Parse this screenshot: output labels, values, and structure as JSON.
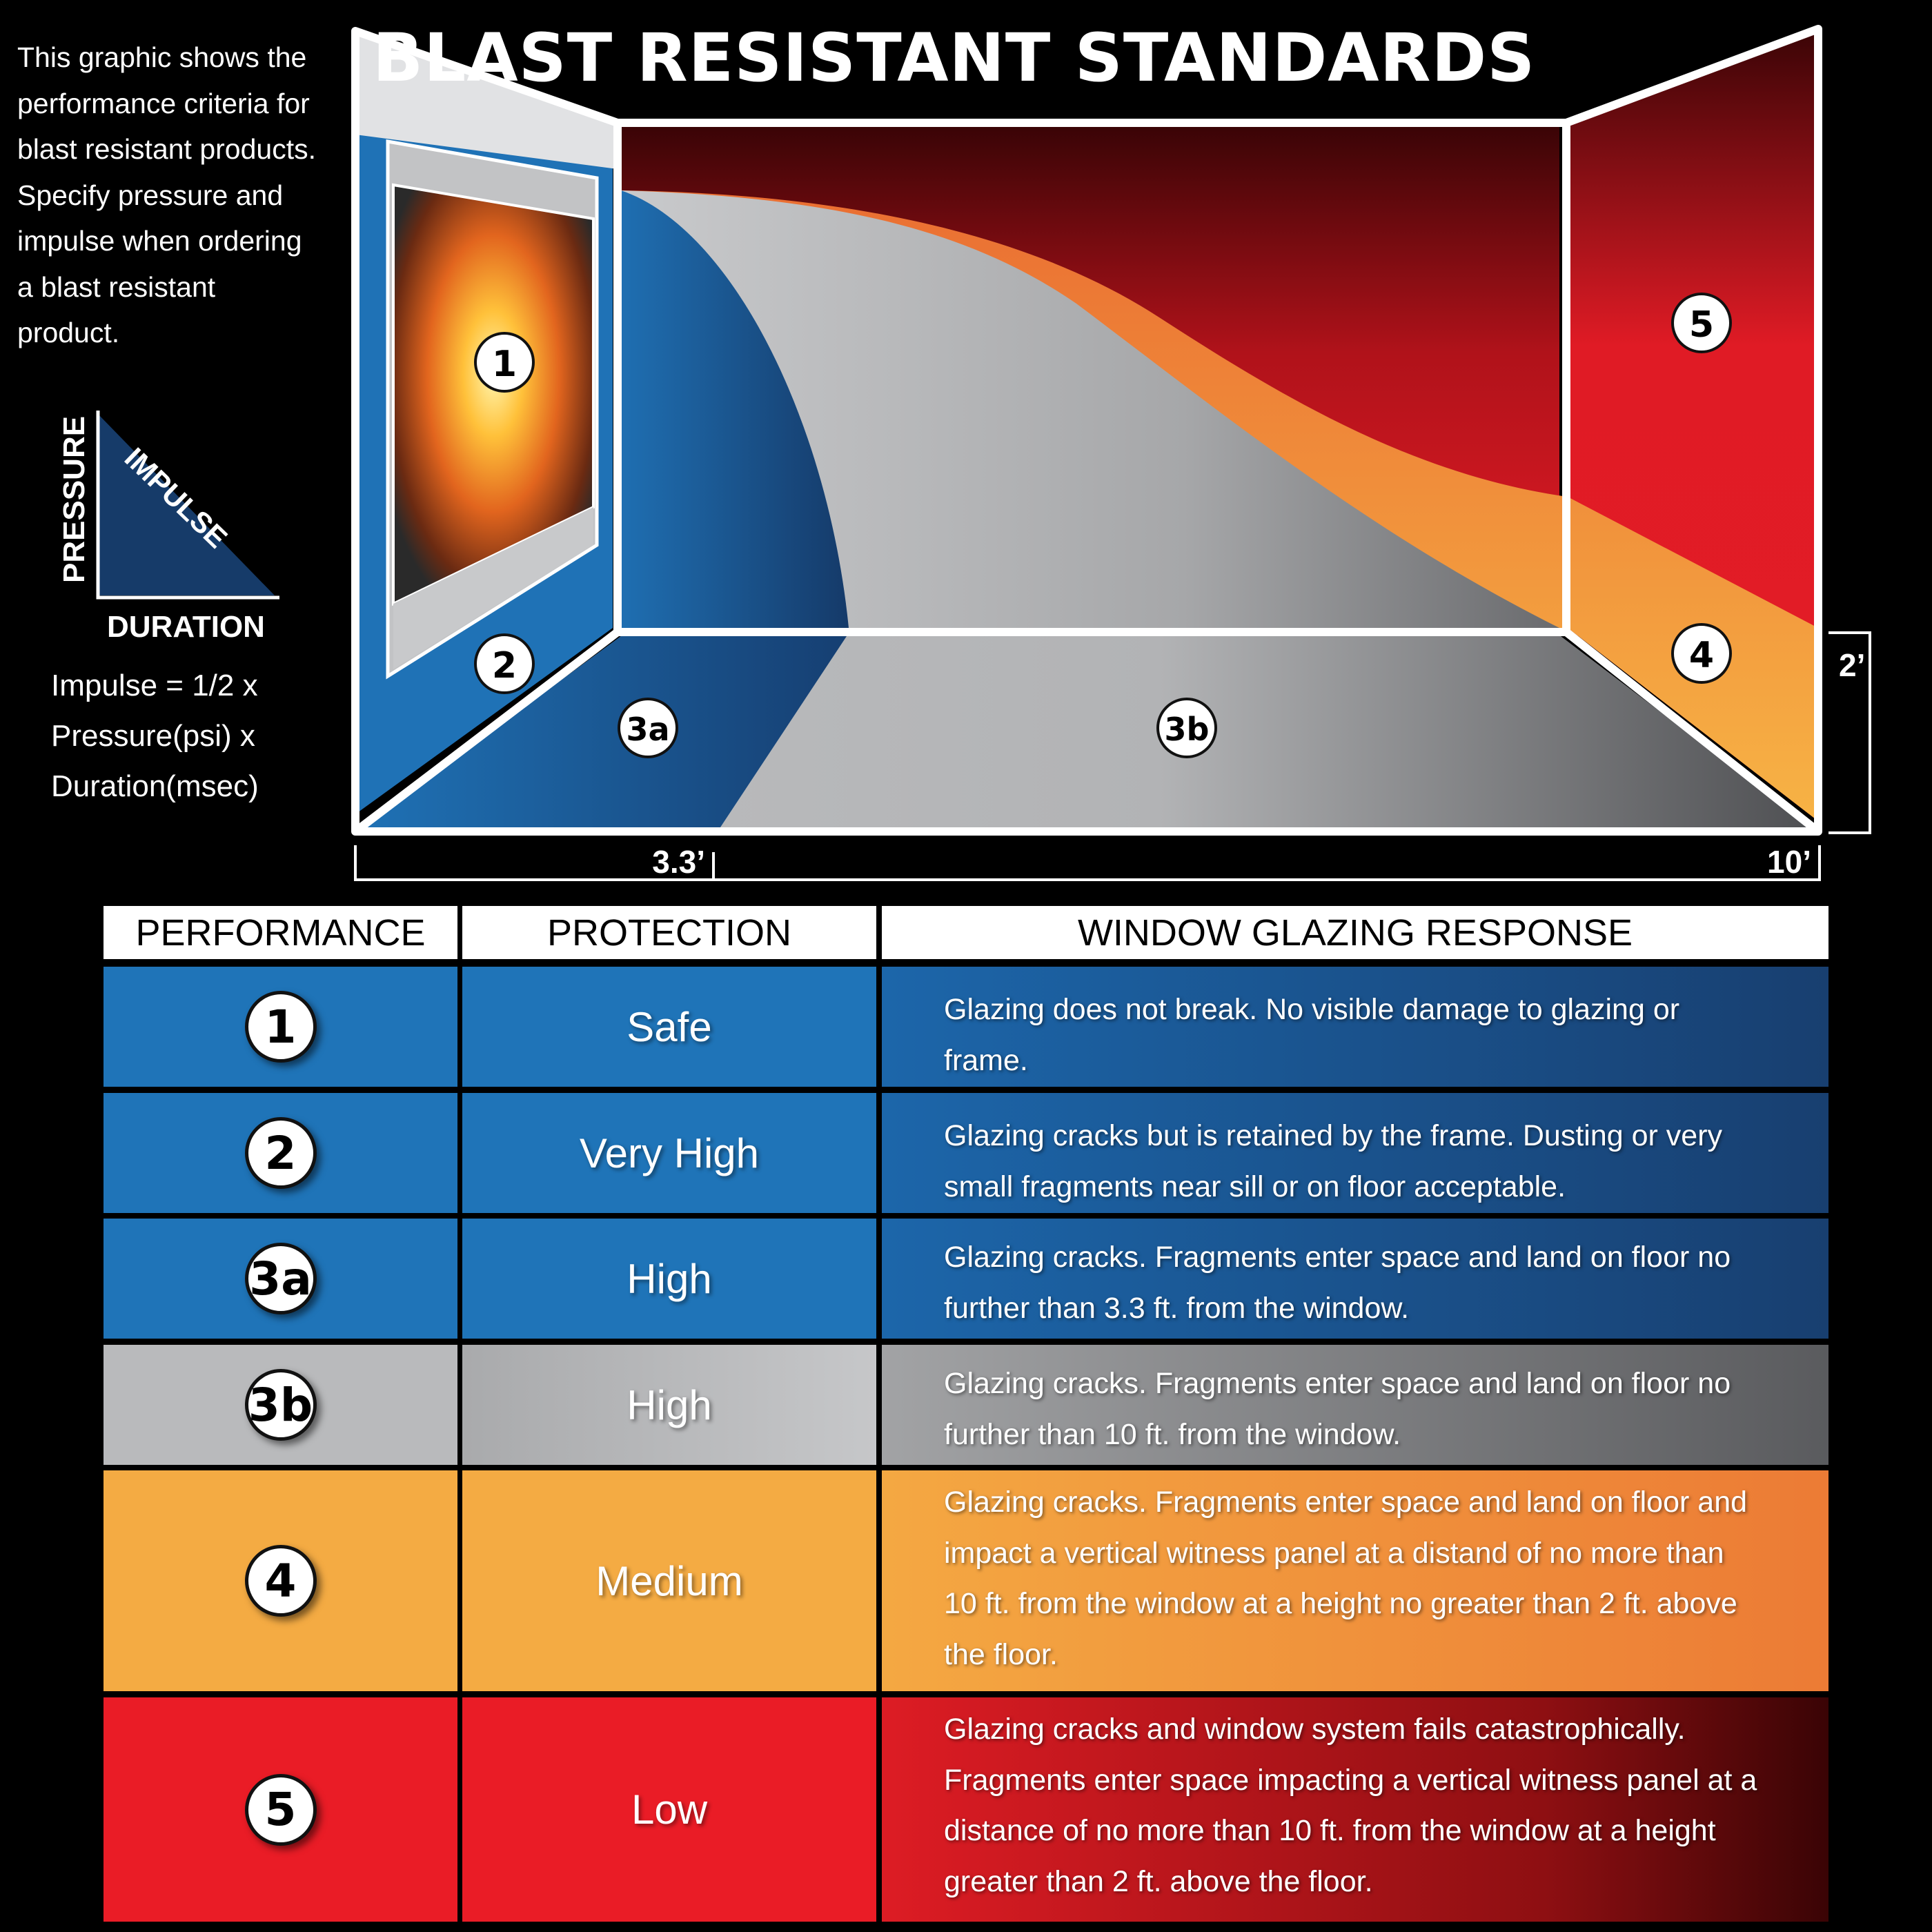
{
  "intro_text": "This graphic shows the\nperformance criteria for\nblast resistant products.\nSpecify pressure and\nimpulse when ordering\na blast resistant\nproduct.",
  "triangle": {
    "pressure": "PRESSURE",
    "impulse": "IMPULSE",
    "duration": "DURATION"
  },
  "impulse_formula": "Impulse = 1/2 x\nPressure(psi) x\nDuration(msec)",
  "title": "BLAST RESISTANT STANDARDS",
  "diagram": {
    "zones": [
      "1",
      "2",
      "3a",
      "3b",
      "4",
      "5"
    ],
    "dims": {
      "near": "3.3’",
      "far": "10’",
      "height": "2’"
    }
  },
  "colors": {
    "blue": "#1f74b8",
    "grey": "#b9babc",
    "orange": "#f4ab43",
    "red": "#ea1c26"
  },
  "table": {
    "headers": [
      "PERFORMANCE",
      "PROTECTION",
      "WINDOW GLAZING RESPONSE"
    ],
    "rows": [
      {
        "level": "1",
        "protection": "Safe",
        "response": "Glazing does not break. No visible damage to glazing or\nframe."
      },
      {
        "level": "2",
        "protection": "Very High",
        "response": "Glazing cracks but is retained by the frame. Dusting or very\nsmall fragments near sill or on floor acceptable."
      },
      {
        "level": "3a",
        "protection": "High",
        "response": "Glazing cracks. Fragments enter space and land on floor no\nfurther than 3.3 ft. from the window."
      },
      {
        "level": "3b",
        "protection": "High",
        "response": "Glazing cracks. Fragments enter space and land on floor no\nfurther than 10 ft. from the window."
      },
      {
        "level": "4",
        "protection": "Medium",
        "response": "Glazing cracks. Fragments enter space and land on floor and\nimpact a vertical witness panel at a distand of no more than\n10 ft. from the window at a height no greater than 2 ft. above\nthe floor."
      },
      {
        "level": "5",
        "protection": "Low",
        "response": "Glazing cracks and window system fails catastrophically.\nFragments enter space impacting a vertical witness panel at a\ndistance of no more than 10 ft. from the window at a height\ngreater than 2 ft. above the floor."
      }
    ]
  }
}
